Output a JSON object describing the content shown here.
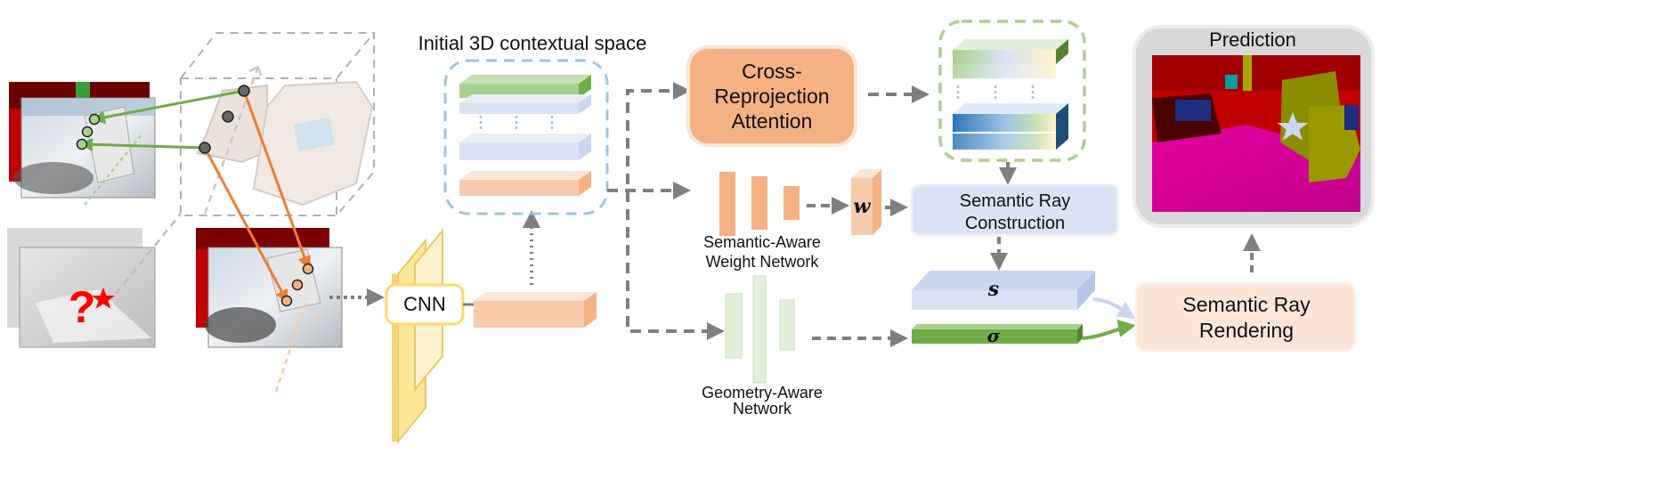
{
  "labels": {
    "context_space": "Initial 3D contextual space",
    "cnn": "CNN",
    "cross_attention_line1": "Cross-",
    "cross_attention_line2": "Reprojection",
    "cross_attention_line3": "Attention",
    "weight_net_line1": "Semantic-Aware",
    "weight_net_line2": "Weight Network",
    "geometry_net_line1": "Geometry-Aware",
    "geometry_net_line2": "Network",
    "weight_symbol": "w",
    "ray_construction_line1": "Semantic Ray",
    "ray_construction_line2": "Construction",
    "s_symbol": "s",
    "sigma_symbol": "σ",
    "ray_rendering_line1": "Semantic Ray",
    "ray_rendering_line2": "Rendering",
    "prediction": "Prediction",
    "query_mark": "?"
  },
  "colors": {
    "orange": "#f4b183",
    "light_orange": "#fbe5d6",
    "light_blue": "#dae3f3",
    "green_bar": "#c5e0b4",
    "dark_green": "#70ad47",
    "cnn_yellow": "#ffe699",
    "arrow_gray": "#7f7f7f"
  }
}
